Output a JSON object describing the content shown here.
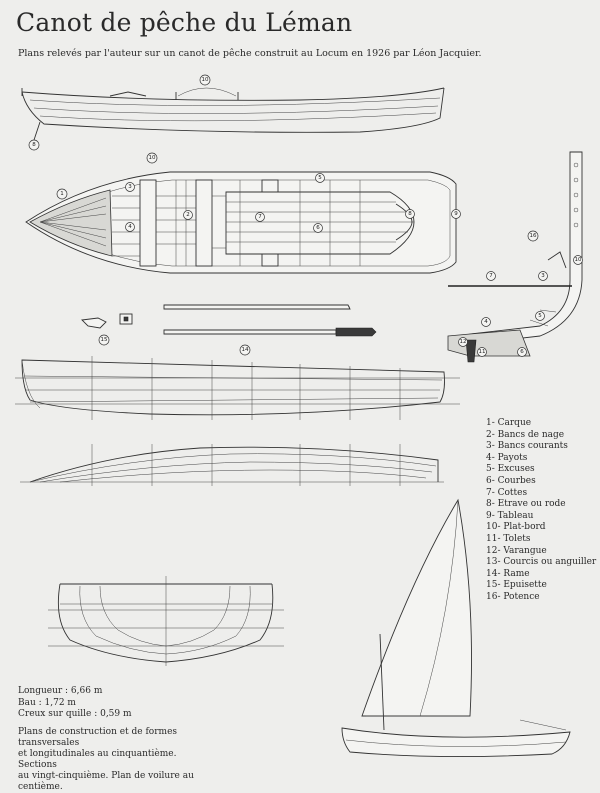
{
  "title": "Canot de pêche du Léman",
  "subtitle": "Plans relevés par l'auteur sur un canot de pêche construit au Locum en 1926 par Léon Jacquier.",
  "legend": [
    "1- Carque",
    "2- Bancs de nage",
    "3- Bancs courants",
    "4- Payots",
    "5- Excuses",
    "6- Courbes",
    "7- Cottes",
    "8- Etrave ou rode",
    "9- Tableau",
    "10- Plat-bord",
    "11- Tolets",
    "12- Varangue",
    "13- Courcis ou anguiller",
    "14- Rame",
    "15- Epuisette",
    "16- Potence"
  ],
  "dimensions": [
    "Longueur : 6,66 m",
    "Bau : 1,72 m",
    "Creux sur quille : 0,59 m"
  ],
  "notes": [
    "Plans de construction et de formes transversales",
    "et longitudinales au cinquantième. Sections",
    "au vingt-cinquième. Plan de voilure au centième."
  ],
  "callouts": {
    "elevation": [
      "10",
      "8"
    ],
    "deck_plan": [
      "10",
      "1",
      "3",
      "2",
      "4",
      "5",
      "6",
      "7",
      "8",
      "9"
    ],
    "section": [
      "7",
      "3",
      "10",
      "16",
      "4",
      "5",
      "6",
      "12",
      "11"
    ],
    "accessories": [
      "15",
      "14"
    ]
  }
}
